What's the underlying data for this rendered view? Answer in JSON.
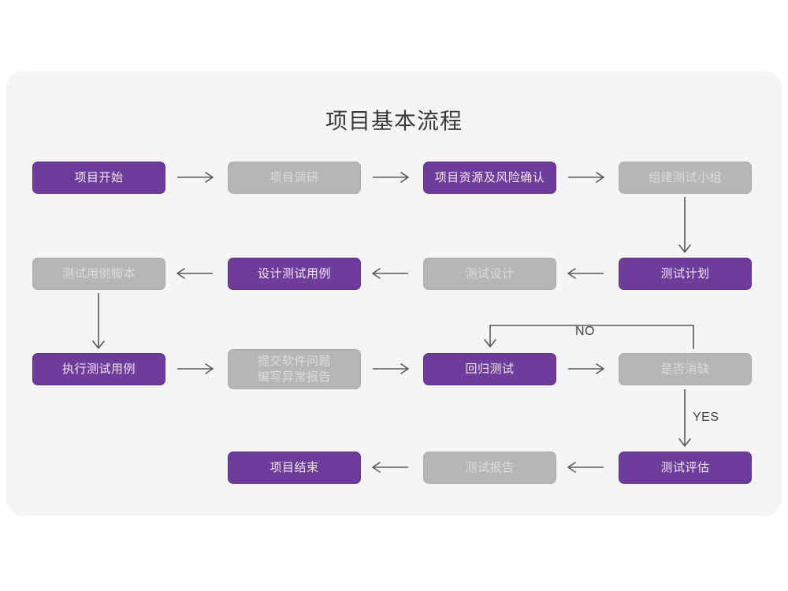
{
  "title": "项目基本流程",
  "palette": {
    "page_background": "#ffffff",
    "card_background": "#f5f5f6",
    "purple_fill": "#6e3d9b",
    "purple_border": "#5d3188",
    "purple_text": "#efe6f5",
    "gray_fill": "#b6b6b6",
    "gray_border": "#aaaaaa",
    "gray_text": "#dcdcdc",
    "connector": "#595959",
    "title_text": "#3a3a3a"
  },
  "nodes": [
    {
      "id": "n1",
      "label": "项目开始",
      "style": "purple"
    },
    {
      "id": "n2",
      "label": "项目调研",
      "style": "gray"
    },
    {
      "id": "n3",
      "label": "项目资源及风险确认",
      "style": "purple"
    },
    {
      "id": "n4",
      "label": "组建测试小组",
      "style": "gray"
    },
    {
      "id": "n5",
      "label": "测试计划",
      "style": "purple"
    },
    {
      "id": "n6",
      "label": "测试设计",
      "style": "gray"
    },
    {
      "id": "n7",
      "label": "设计测试用例",
      "style": "purple"
    },
    {
      "id": "n8",
      "label": "测试用例脚本",
      "style": "gray"
    },
    {
      "id": "n9",
      "label": "执行测试用例",
      "style": "purple"
    },
    {
      "id": "n10",
      "label": "提交软件问题\n编写异常报告",
      "style": "gray"
    },
    {
      "id": "n11",
      "label": "回归测试",
      "style": "purple"
    },
    {
      "id": "n12",
      "label": "是否消缺",
      "style": "gray"
    },
    {
      "id": "n13",
      "label": "测试评估",
      "style": "purple"
    },
    {
      "id": "n14",
      "label": "测试报告",
      "style": "gray"
    },
    {
      "id": "n15",
      "label": "项目结束",
      "style": "purple"
    }
  ],
  "edge_labels": {
    "no": "NO",
    "yes": "YES"
  }
}
